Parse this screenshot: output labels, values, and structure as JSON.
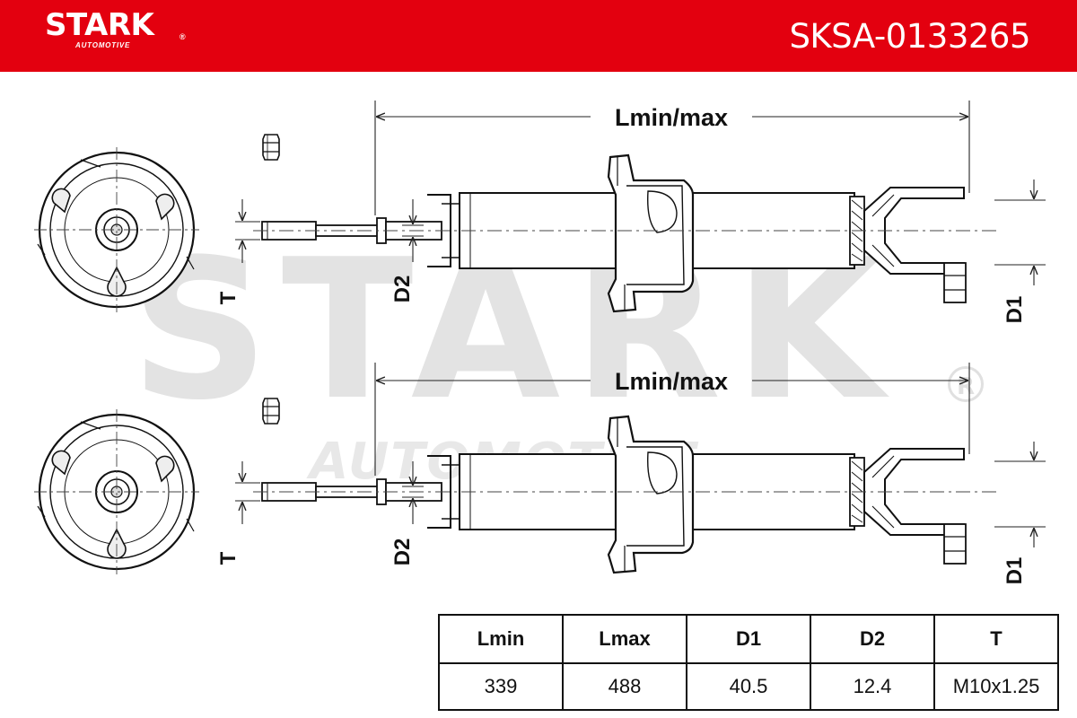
{
  "header": {
    "brand": "STARK",
    "brand_mark": "®",
    "brand_sub": "AUTOMOTIVE",
    "part_number": "SKSA-0133265",
    "background_color": "#e3000f"
  },
  "watermark": {
    "main": "STARK",
    "sub": "AUTOMOTIVE",
    "mark": "R"
  },
  "diagram": {
    "view_1": {
      "length_label": "Lmin/max",
      "rod_width_label": "D2",
      "thread_label": "T",
      "body_width_label": "D1"
    },
    "view_2": {
      "length_label": "Lmin/max",
      "rod_width_label": "D2",
      "thread_label": "T",
      "body_width_label": "D1"
    }
  },
  "spec_table": {
    "headers": [
      "Lmin",
      "Lmax",
      "D1",
      "D2",
      "T"
    ],
    "values": [
      "339",
      "488",
      "40.5",
      "12.4",
      "M10x1.25"
    ]
  }
}
